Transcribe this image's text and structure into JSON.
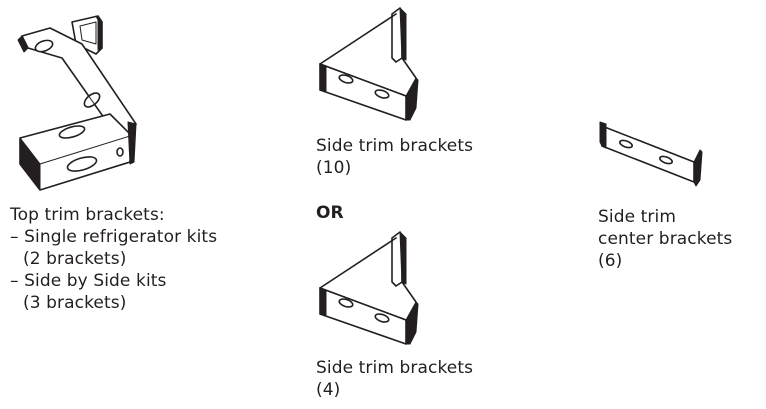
{
  "top_trim": {
    "title": "Top trim brackets:",
    "line1": "– Single refrigerator kits",
    "line2": "(2 brackets)",
    "line3": "– Side by Side kits",
    "line4": "(3 brackets)"
  },
  "side_trim_10": {
    "label": "Side trim brackets",
    "qty": "(10)"
  },
  "or_label": "OR",
  "side_trim_4": {
    "label": "Side trim brackets",
    "qty": "(4)"
  },
  "center": {
    "line1": "Side trim",
    "line2": "center brackets",
    "qty": "(6)"
  }
}
